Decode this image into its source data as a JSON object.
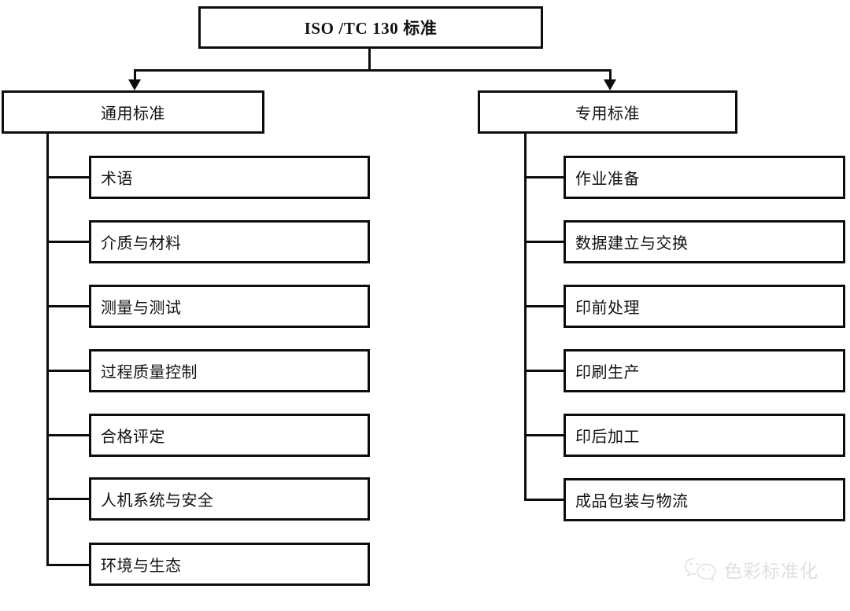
{
  "diagram": {
    "title_node": {
      "label": "ISO /TC 130 标准"
    },
    "branches": [
      {
        "label": "通用标准",
        "children": [
          {
            "label": "术语"
          },
          {
            "label": "介质与材料"
          },
          {
            "label": "测量与测试"
          },
          {
            "label": "过程质量控制"
          },
          {
            "label": "合格评定"
          },
          {
            "label": "人机系统与安全"
          },
          {
            "label": "环境与生态"
          }
        ]
      },
      {
        "label": "专用标准",
        "children": [
          {
            "label": "作业准备"
          },
          {
            "label": "数据建立与交换"
          },
          {
            "label": "印前处理"
          },
          {
            "label": "印刷生产"
          },
          {
            "label": "印后加工"
          },
          {
            "label": "成品包装与物流"
          }
        ]
      }
    ]
  },
  "watermark": {
    "icon": "wechat-bubbles-icon",
    "text": "色彩标准化",
    "color": "#dfdfdf"
  },
  "colors": {
    "stroke": "#0d0d0d",
    "background": "#ffffff",
    "text": "#111111"
  }
}
